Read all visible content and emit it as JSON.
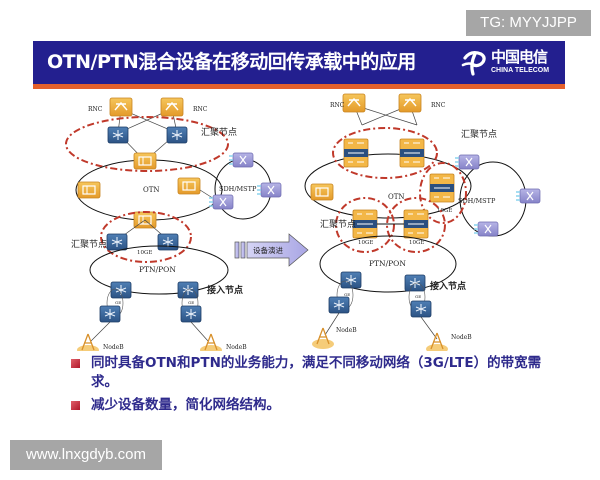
{
  "watermarks": {
    "top_right": "TG: MYYJJPP",
    "bottom_left": "www.lnxgdyb.com"
  },
  "slide": {
    "title": "OTN/PTN混合设备在移动回传承载中的应用",
    "logo": {
      "chinese": "中国电信",
      "english": "CHINA TELECOM",
      "icon": "china-telecom-logo-icon"
    },
    "colors": {
      "title_bar": "#231f8f",
      "accent_strip": "#e4602b",
      "bullet_text": "#2e2a8c",
      "bullet_mark": "#c0202e",
      "dashed_ring": "#c0392b"
    },
    "diagram": {
      "left": {
        "rnc_labels": [
          "RNC",
          "RNC"
        ],
        "aggregation_label_top": "汇聚节点",
        "otn_ring": "OTN",
        "sdh_ring": "SDH/MSTP",
        "aggregation_label_bottom": "汇聚节点",
        "link_label": "10GE",
        "ptn_ring": "PTN/PON",
        "access_label": "接入节点",
        "access_link_labels": [
          "GE",
          "GE"
        ],
        "nodeb_labels": [
          "NodeB",
          "NodeB"
        ]
      },
      "arrow_label": "设备演进",
      "right": {
        "rnc_labels": [
          "RNC",
          "RNC"
        ],
        "aggregation_label_top": "汇聚节点",
        "otn_ring": "OTN",
        "sdh_ring": "SDH/MSTP",
        "sdh_link_label": "10GE",
        "aggregation_label_bottom": "汇聚节点",
        "link_labels": [
          "10GE",
          "10GE"
        ],
        "ptn_ring": "PTN/PON",
        "access_label": "接入节点",
        "access_link_labels": [
          "GE",
          "GE"
        ],
        "nodeb_labels": [
          "NodeB",
          "NodeB"
        ]
      }
    },
    "bullets": [
      {
        "text": "同时具备OTN和PTN的业务能力，满足不同移动网络（3G/LTE）的带宽需求。"
      },
      {
        "text": "减少设备数量，简化网络结构。"
      }
    ]
  }
}
